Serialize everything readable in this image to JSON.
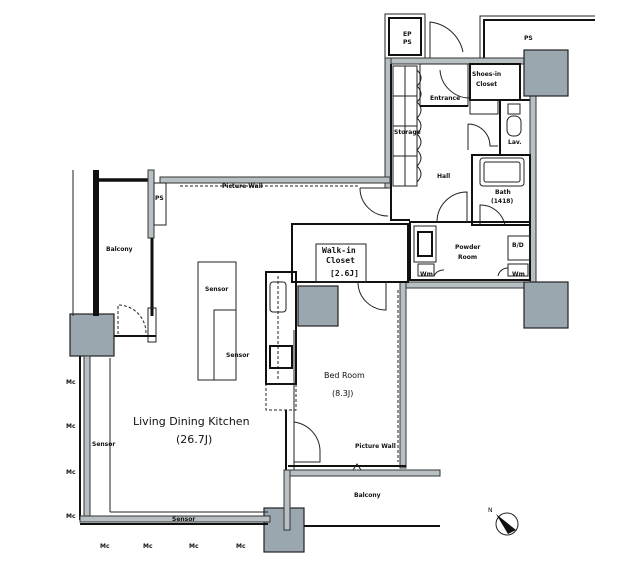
{
  "plan": {
    "type": "apartment floor plan",
    "rooms": {
      "ldk": {
        "name": "Living Dining Kitchen",
        "size": "(26.7J)"
      },
      "bedroom": {
        "name": "Bed Room",
        "size": "(8.3J)"
      },
      "walk_in_closet": {
        "name": "Walk-in Closet",
        "name_line1": "Walk-in",
        "name_line2": "Closet",
        "size": "[2.6J]"
      },
      "balcony_left": {
        "name": "Balcony"
      },
      "balcony_bottom": {
        "name": "Balcony"
      },
      "entrance": {
        "name": "Entrance"
      },
      "shoes_in_closet": {
        "name_line1": "Shoes-in",
        "name_line2": "Closet"
      },
      "storage": {
        "name": "Storage"
      },
      "hall": {
        "name": "Hall"
      },
      "lav": {
        "name": "Lav."
      },
      "bath": {
        "name": "Bath",
        "size": "(1418)"
      },
      "powder_room": {
        "name_line1": "Powder",
        "name_line2": "Room"
      },
      "bd": {
        "name": "B/D"
      },
      "ps_top": {
        "name": "PS"
      },
      "ps_left": {
        "name": "PS"
      },
      "ep_ps": {
        "name_line1": "EP",
        "name_line2": "PS"
      }
    },
    "annotations": {
      "window_top": "Picture Wall",
      "window_bedroom": "Picture Wall",
      "sensor_island": "Sensor",
      "sensor_kitchen": "Sensor",
      "sensor_left": "Sensor",
      "sensor_bottom": "Sensor",
      "wm_left": "Wm",
      "wm_right": "Wm",
      "mc_labels": [
        "Mc",
        "Mc",
        "Mc",
        "Mc",
        "Mc",
        "Mc",
        "Mc",
        "Mc"
      ]
    },
    "compass": {
      "label": "N",
      "icon": "north-arrow-icon"
    },
    "colors": {
      "wall": "#111111",
      "column": "#9aa7ae",
      "background": "#ffffff"
    }
  }
}
